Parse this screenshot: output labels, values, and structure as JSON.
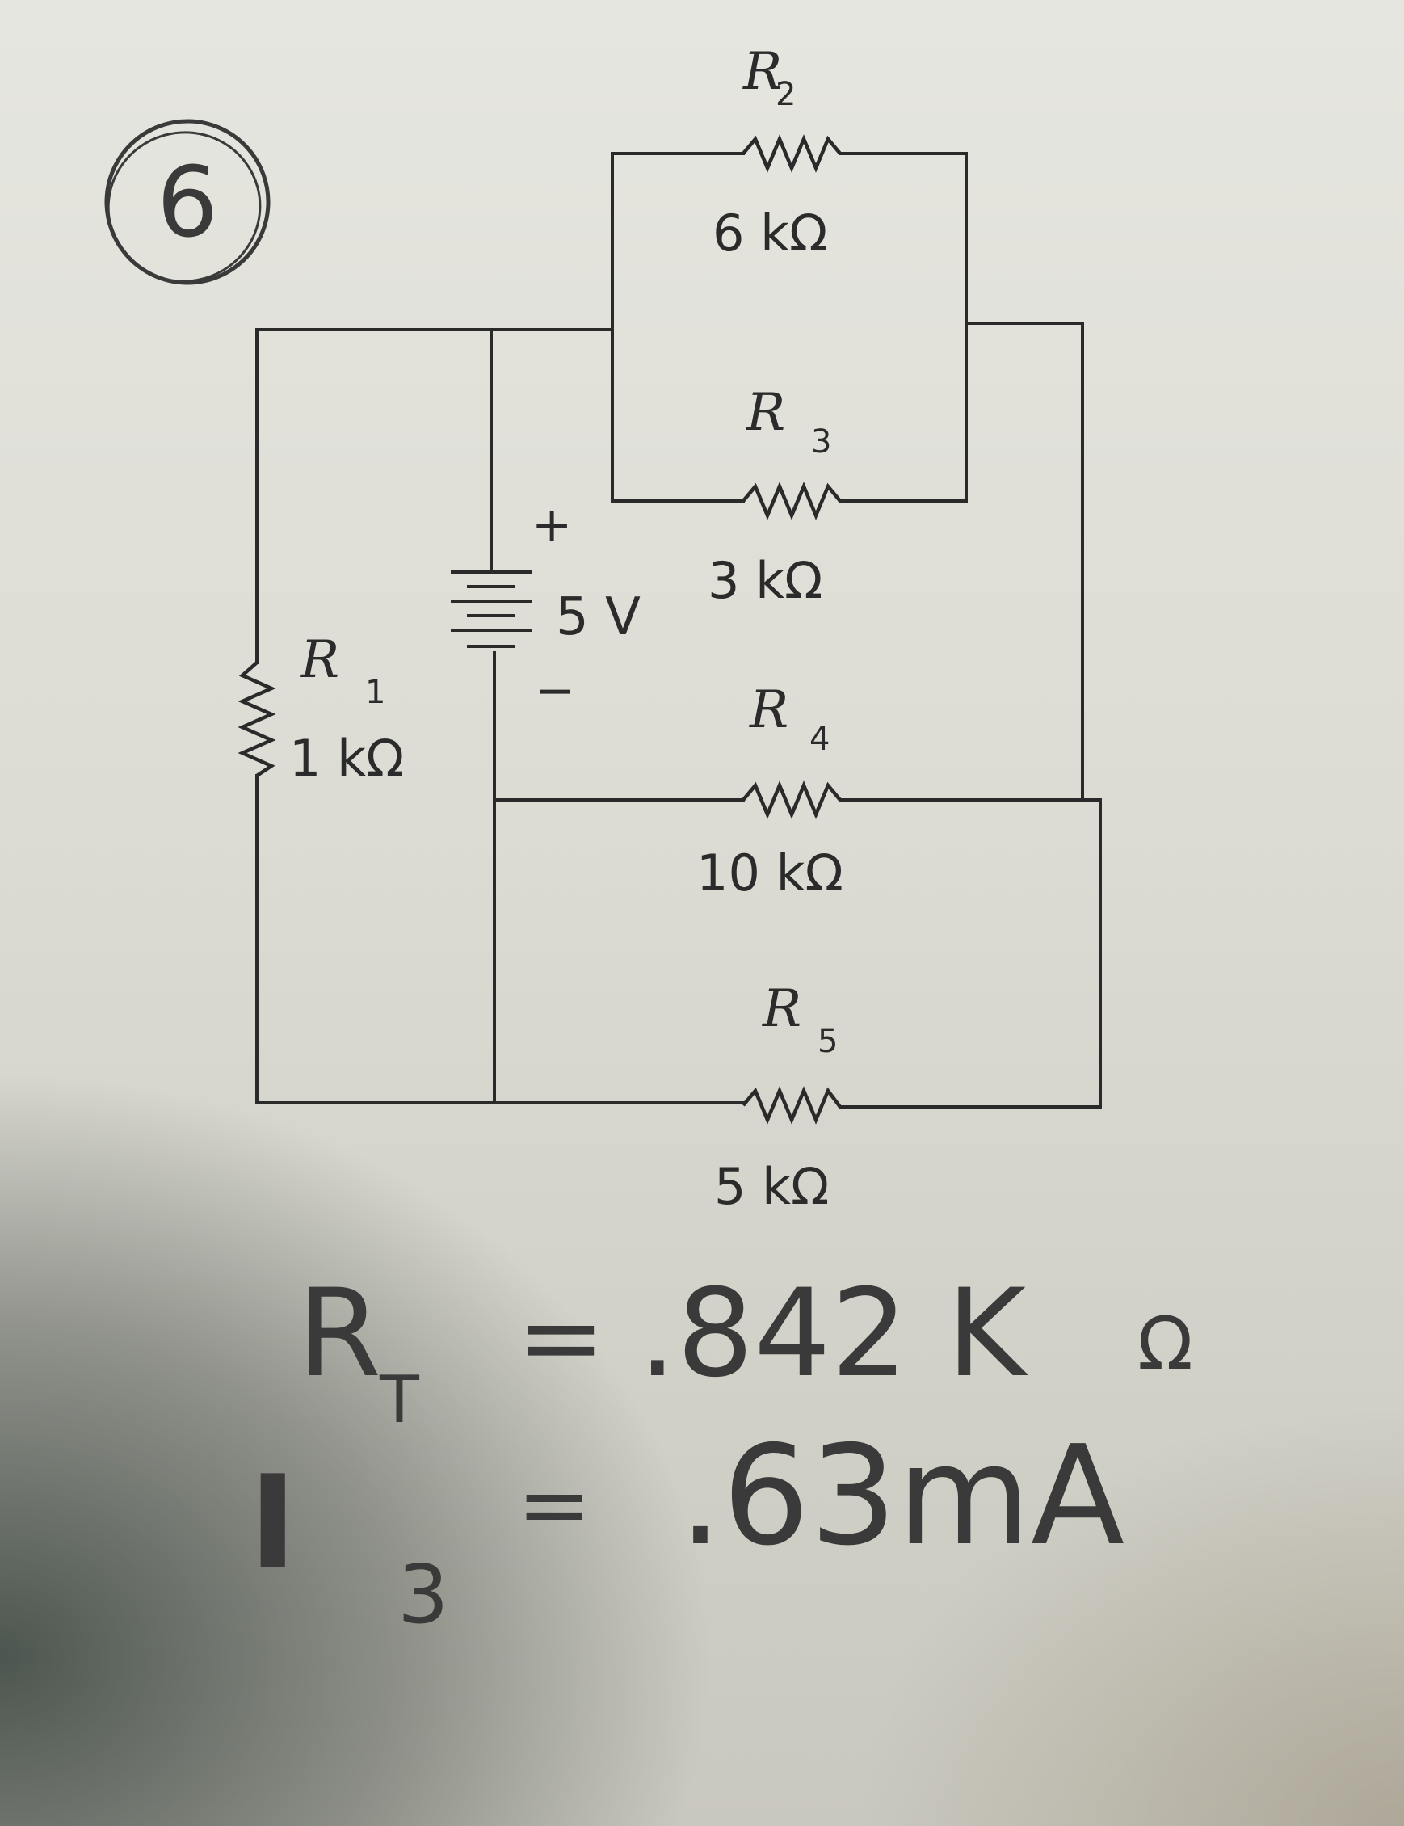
{
  "problem_number": "6",
  "source": {
    "voltage": "5 V",
    "plus": "+",
    "minus": "−"
  },
  "resistors": [
    {
      "id": "R1",
      "name": "R",
      "sub": "1",
      "value": "1 kΩ"
    },
    {
      "id": "R2",
      "name": "R",
      "sub": "2",
      "value": "6 kΩ"
    },
    {
      "id": "R3",
      "name": "R",
      "sub": "3",
      "value": "3 kΩ"
    },
    {
      "id": "R4",
      "name": "R",
      "sub": "4",
      "value": "10 kΩ"
    },
    {
      "id": "R5",
      "name": "R",
      "sub": "5",
      "value": "5 kΩ"
    }
  ],
  "answers": {
    "rt": {
      "symbol": "R",
      "sub": "T",
      "eq": "=",
      "value": ".842 K",
      "unit": "Ω"
    },
    "i3": {
      "symbol": "I",
      "sub": "3",
      "eq": "=",
      "value": ".63mA"
    }
  },
  "colors": {
    "ink": "#2a2a2a",
    "pencil": "#3a3a3a",
    "paper": "#e6e6e0"
  }
}
